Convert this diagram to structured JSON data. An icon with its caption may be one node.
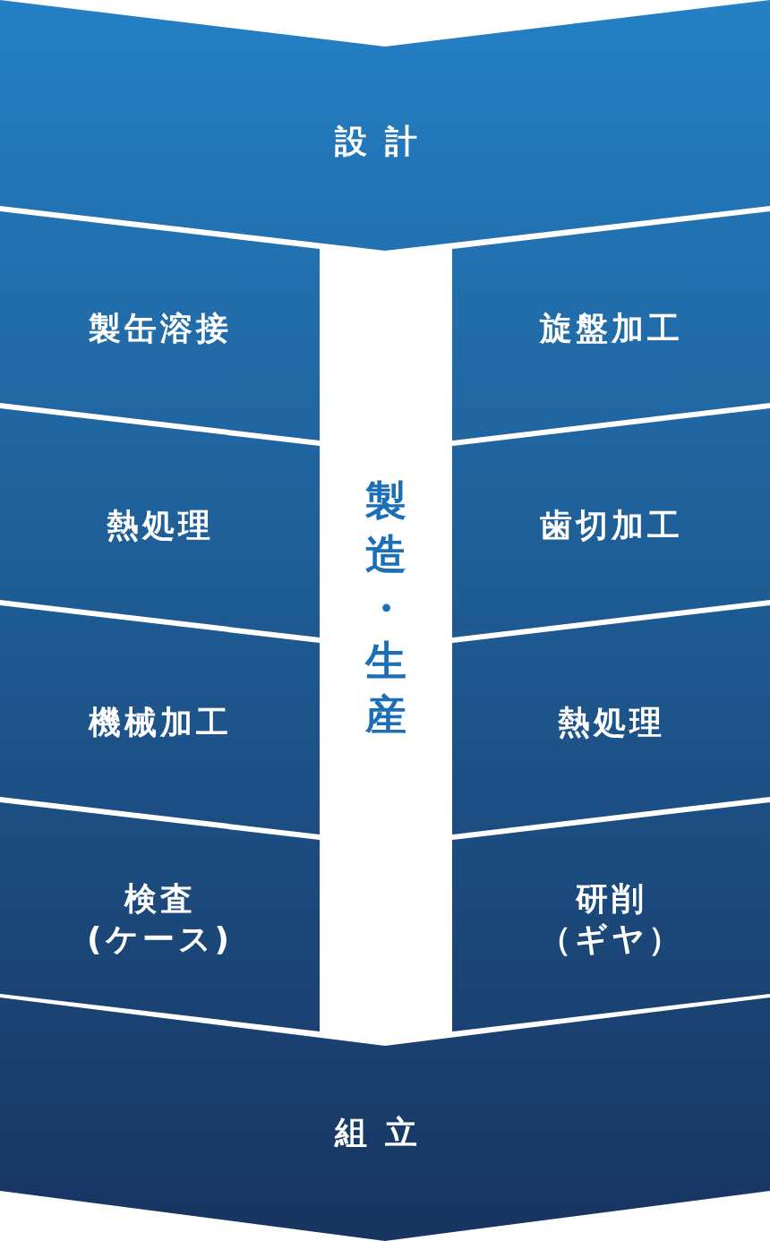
{
  "diagram": {
    "nodes": [
      {
        "text": [
          "設計"
        ]
      },
      {
        "text": [
          "製缶溶接"
        ]
      },
      {
        "text": [
          "旋盤加工"
        ]
      },
      {
        "text": [
          "熱処理"
        ]
      },
      {
        "text": [
          "歯切加工"
        ]
      },
      {
        "text": [
          "機械加工"
        ]
      },
      {
        "text": [
          "熱処理"
        ]
      },
      {
        "text": [
          "検査",
          "(ケース)"
        ]
      },
      {
        "text": [
          "研削",
          "（ギヤ）"
        ]
      },
      {
        "text": [
          "製造・生産"
        ]
      },
      {
        "text": [
          "組立"
        ]
      }
    ],
    "edges": []
  }
}
